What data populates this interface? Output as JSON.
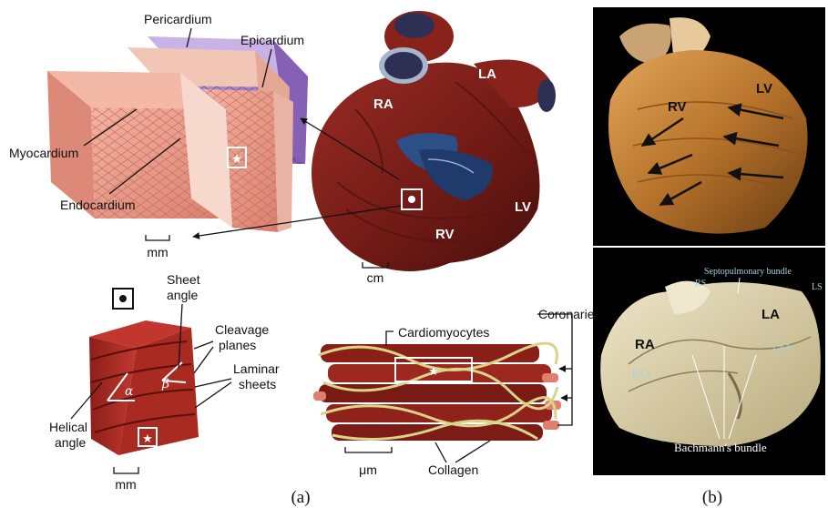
{
  "panel_a": {
    "caption": "(a)",
    "tissue_block": {
      "pericardium": "Pericardium",
      "epicardium": "Epicardium",
      "myocardium": "Myocardium",
      "endocardium": "Endocardium",
      "scale": "mm"
    },
    "whole_heart": {
      "ra": "RA",
      "la": "LA",
      "lv": "LV",
      "rv": "RV",
      "scale": "cm"
    },
    "laminar_block": {
      "sheet_angle": "Sheet angle",
      "cleavage_planes": "Cleavage planes",
      "laminar_sheets": "Laminar sheets",
      "helical_angle": "Helical angle",
      "alpha": "α",
      "beta": "β",
      "scale": "mm"
    },
    "fibers": {
      "coronaries": "Coronaries",
      "cardiomyocytes": "Cardiomyocytes",
      "collagen": "Collagen",
      "scale": "μm"
    }
  },
  "panel_b": {
    "caption": "(b)",
    "top_photo": {
      "rv": "RV",
      "lv": "LV"
    },
    "bottom_photo": {
      "ra": "RA",
      "la": "LA",
      "septopulmonary": "Septopulmonary bundle",
      "bachmann": "Bachmann's bundle",
      "rs": "RS",
      "ls": "LS",
      "raa": "RAA",
      "laa": "LAA"
    }
  },
  "colors": {
    "muscle_dark": "#7a1c16",
    "muscle_mid": "#a32a22",
    "myocardium_pink": "#e79a86",
    "pericardium_purple": "#9b73c4",
    "collagen_yellow": "#d9d48a",
    "photo_bg": "#000000"
  }
}
